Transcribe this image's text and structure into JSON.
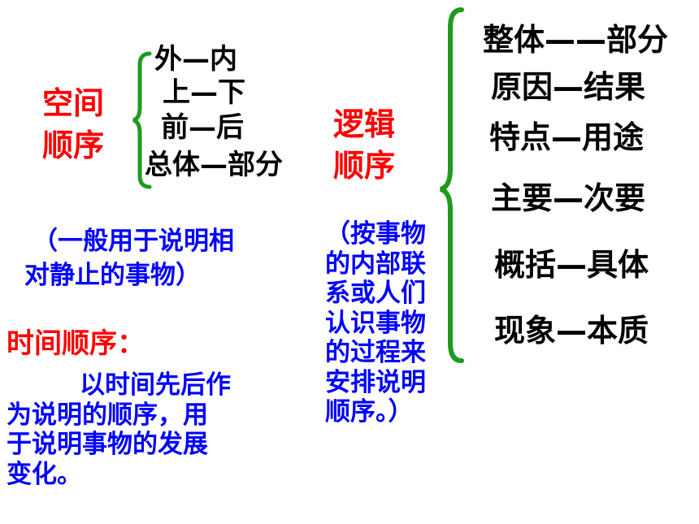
{
  "colors": {
    "heading": "#ff0000",
    "note": "#0000ff",
    "item": "#000000",
    "brace": "#1f9a1f"
  },
  "spatial": {
    "title_line1": "空间",
    "title_line2": "顺序",
    "items": [
      "外—内",
      "上—下",
      "前—后",
      "总体—部分"
    ],
    "note_line1": "（一般用于说明相",
    "note_line2": "对静止的事物）"
  },
  "logical": {
    "title_line1": "逻辑",
    "title_line2": "顺序",
    "items": [
      "整体——部分",
      "原因—结果",
      "特点—用途",
      "主要—次要",
      "概括—具体",
      "现象—本质"
    ],
    "note_lines": [
      "（按事物",
      "的内部联",
      "系或人们",
      "认识事物",
      "的过程来",
      "安排说明",
      "顺序。）"
    ]
  },
  "temporal": {
    "title": "时间顺序：",
    "desc_lines": [
      "以时间先后作",
      "为说明的顺序，用",
      "于说明事物的发展",
      "变化。"
    ]
  }
}
